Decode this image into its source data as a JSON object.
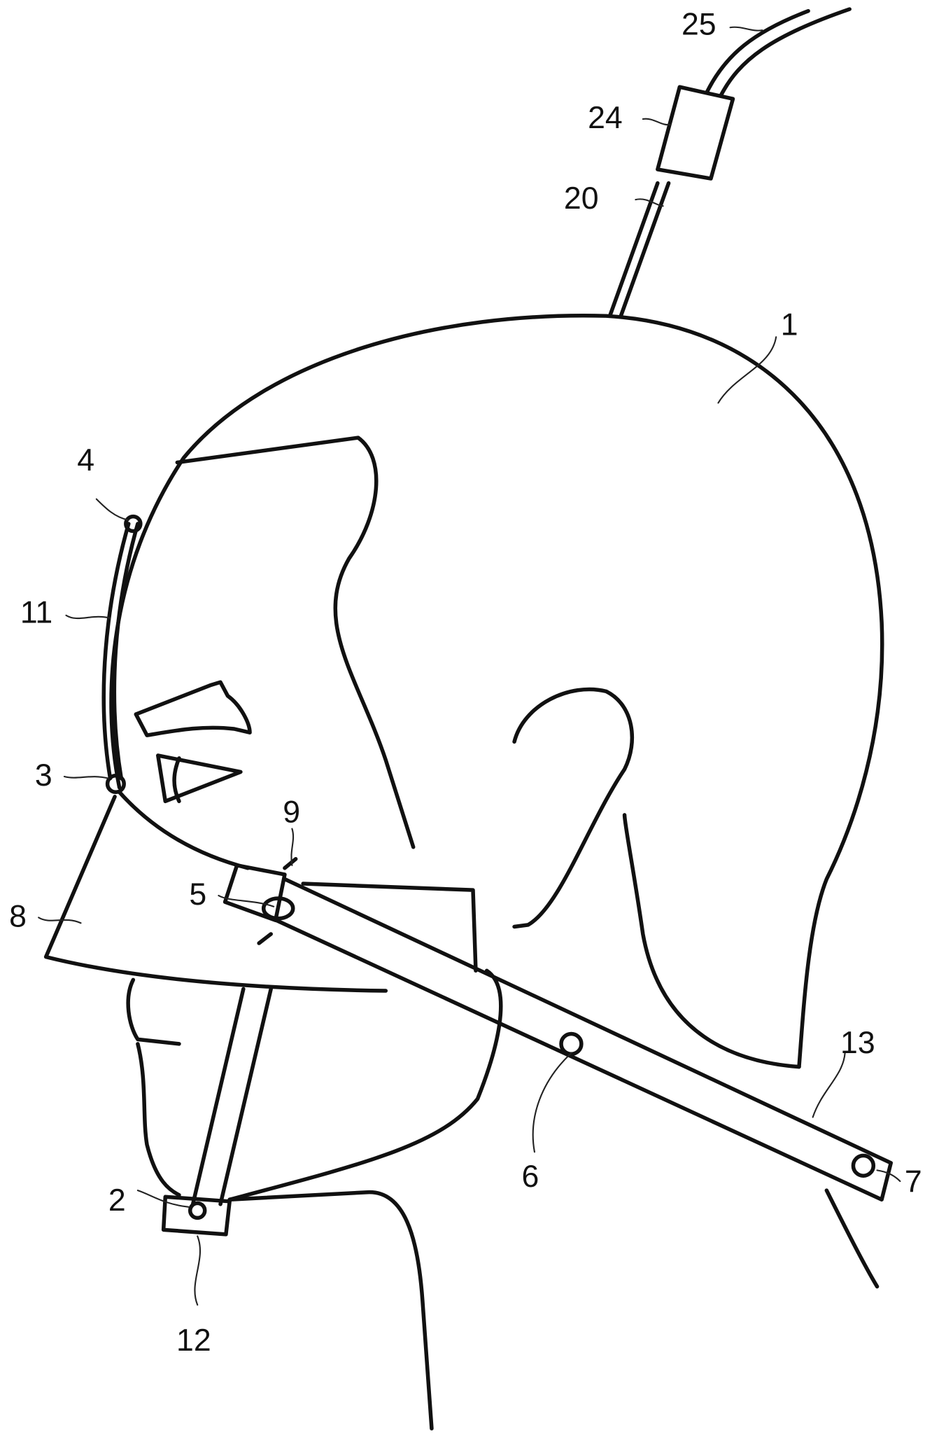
{
  "figure": {
    "description": "Patent line drawing: side view of a head wearing a helmet-like cap with chin strap, face shield and adjustable strap system",
    "stroke_color": "#111111",
    "background": "#ffffff"
  },
  "labels": [
    {
      "id": "1",
      "text": "1",
      "part": "helmet cap"
    },
    {
      "id": "2",
      "text": "2",
      "part": "chin fastener"
    },
    {
      "id": "3",
      "text": "3",
      "part": "lower visor pivot"
    },
    {
      "id": "4",
      "text": "4",
      "part": "upper visor pivot"
    },
    {
      "id": "5",
      "text": "5",
      "part": "strap pivot"
    },
    {
      "id": "6",
      "text": "6",
      "part": "strap rivet"
    },
    {
      "id": "7",
      "text": "7",
      "part": "strap end rivet"
    },
    {
      "id": "8",
      "text": "8",
      "part": "face shield"
    },
    {
      "id": "9",
      "text": "9",
      "part": "locking pin"
    },
    {
      "id": "11",
      "text": "11",
      "part": "visor rail"
    },
    {
      "id": "12",
      "text": "12",
      "part": "chin pad"
    },
    {
      "id": "13",
      "text": "13",
      "part": "strap"
    },
    {
      "id": "20",
      "text": "20",
      "part": "tube"
    },
    {
      "id": "24",
      "text": "24",
      "part": "connector"
    },
    {
      "id": "25",
      "text": "25",
      "part": "hose"
    }
  ]
}
